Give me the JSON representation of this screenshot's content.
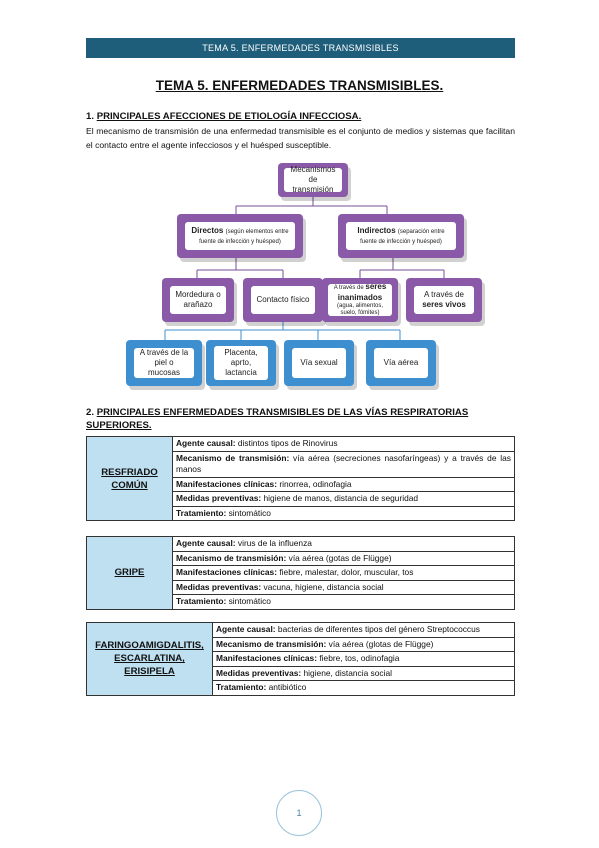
{
  "header": {
    "band_text": "TEMA 5. ENFERMEDADES TRANSMISIBLES"
  },
  "title": "TEMA 5. ENFERMEDADES TRANSMISIBLES.",
  "section1": {
    "number": "1.",
    "heading": "PRINCIPALES AFECCIONES DE ETIOLOGÍA INFECCIOSA.",
    "paragraph": "El mecanismo de transmisión de una enfermedad transmisible es el conjunto de medios y sistemas que facilitan el contacto entre el agente infecciosos y el huésped susceptible."
  },
  "diagram": {
    "root": "Mecanismos de transmisión",
    "direct": {
      "title": "Directos",
      "note": "(según elementos entre fuente de infección y huésped)"
    },
    "indirect": {
      "title": "Indirectos",
      "note": "(separación entre fuente de infección y huésped)"
    },
    "direct_children": [
      "Mordedura o arañazo",
      "Contacto físico"
    ],
    "indirect_children": {
      "inanimate_prefix": "A través de ",
      "inanimate_bold": "seres inanimados",
      "inanimate_note": "(agua, alimentos, suelo, fómites)",
      "living_prefix": "A través de ",
      "living_bold": "seres vivos"
    },
    "contact_children": [
      "A través de la piel o mucosas",
      "Placenta, aprto, lactancia",
      "Vía sexual",
      "Vía aérea"
    ]
  },
  "section2": {
    "number": "2.",
    "heading_line1": "PRINCIPALES ENFERMEDADES TRANSMISIBLES DE LAS VÍAS RESPIRATORIAS",
    "heading_line2": "SUPERIORES."
  },
  "diseases": [
    {
      "name": "RESFRIADO COMÚN",
      "rows": [
        {
          "key": "Agente causal:",
          "value": " distintos tipos de Rinovirus"
        },
        {
          "key": "Mecanismo de transmisión:",
          "value": " vía aérea (secreciones nasofaríngeas) y a través de las manos"
        },
        {
          "key": "Manifestaciones clínicas:",
          "value": " rinorrea, odinofagia"
        },
        {
          "key": "Medidas preventivas:",
          "value": " higiene de manos, distancia de seguridad"
        },
        {
          "key": "Tratamiento:",
          "value": " sintomático"
        }
      ]
    },
    {
      "name": "GRIPE",
      "rows": [
        {
          "key": "Agente causal:",
          "value": " virus de la influenza"
        },
        {
          "key": "Mecanismo de transmisión:",
          "value": " vía aérea (gotas de Flügge)"
        },
        {
          "key": "Manifestaciones clínicas:",
          "value": " fiebre, malestar, dolor, muscular, tos"
        },
        {
          "key": "Medidas preventivas:",
          "value": " vacuna, higiene, distancia social"
        },
        {
          "key": "Tratamiento:",
          "value": " sintomático"
        }
      ]
    },
    {
      "name": "FARINGOAMIGDALITIS, ESCARLATINA, ERISIPELA",
      "rows": [
        {
          "key": "Agente causal:",
          "value": " bacterias de diferentes tipos del género Streptococcus"
        },
        {
          "key": "Mecanismo de transmisión:",
          "value": " vía aérea (glotas de Flügge)"
        },
        {
          "key": "Manifestaciones clínicas:",
          "value": " fiebre, tos, odinofagia"
        },
        {
          "key": "Medidas preventivas:",
          "value": " higiene, distancia social"
        },
        {
          "key": "Tratamiento:",
          "value": " antibiótico"
        }
      ]
    }
  ],
  "page_number": "1",
  "colors": {
    "header_band": "#1f5e7a",
    "label_cell": "#bfe0f1",
    "diagram_purple": "#8a5aa8",
    "diagram_blue": "#3e8fd0"
  }
}
